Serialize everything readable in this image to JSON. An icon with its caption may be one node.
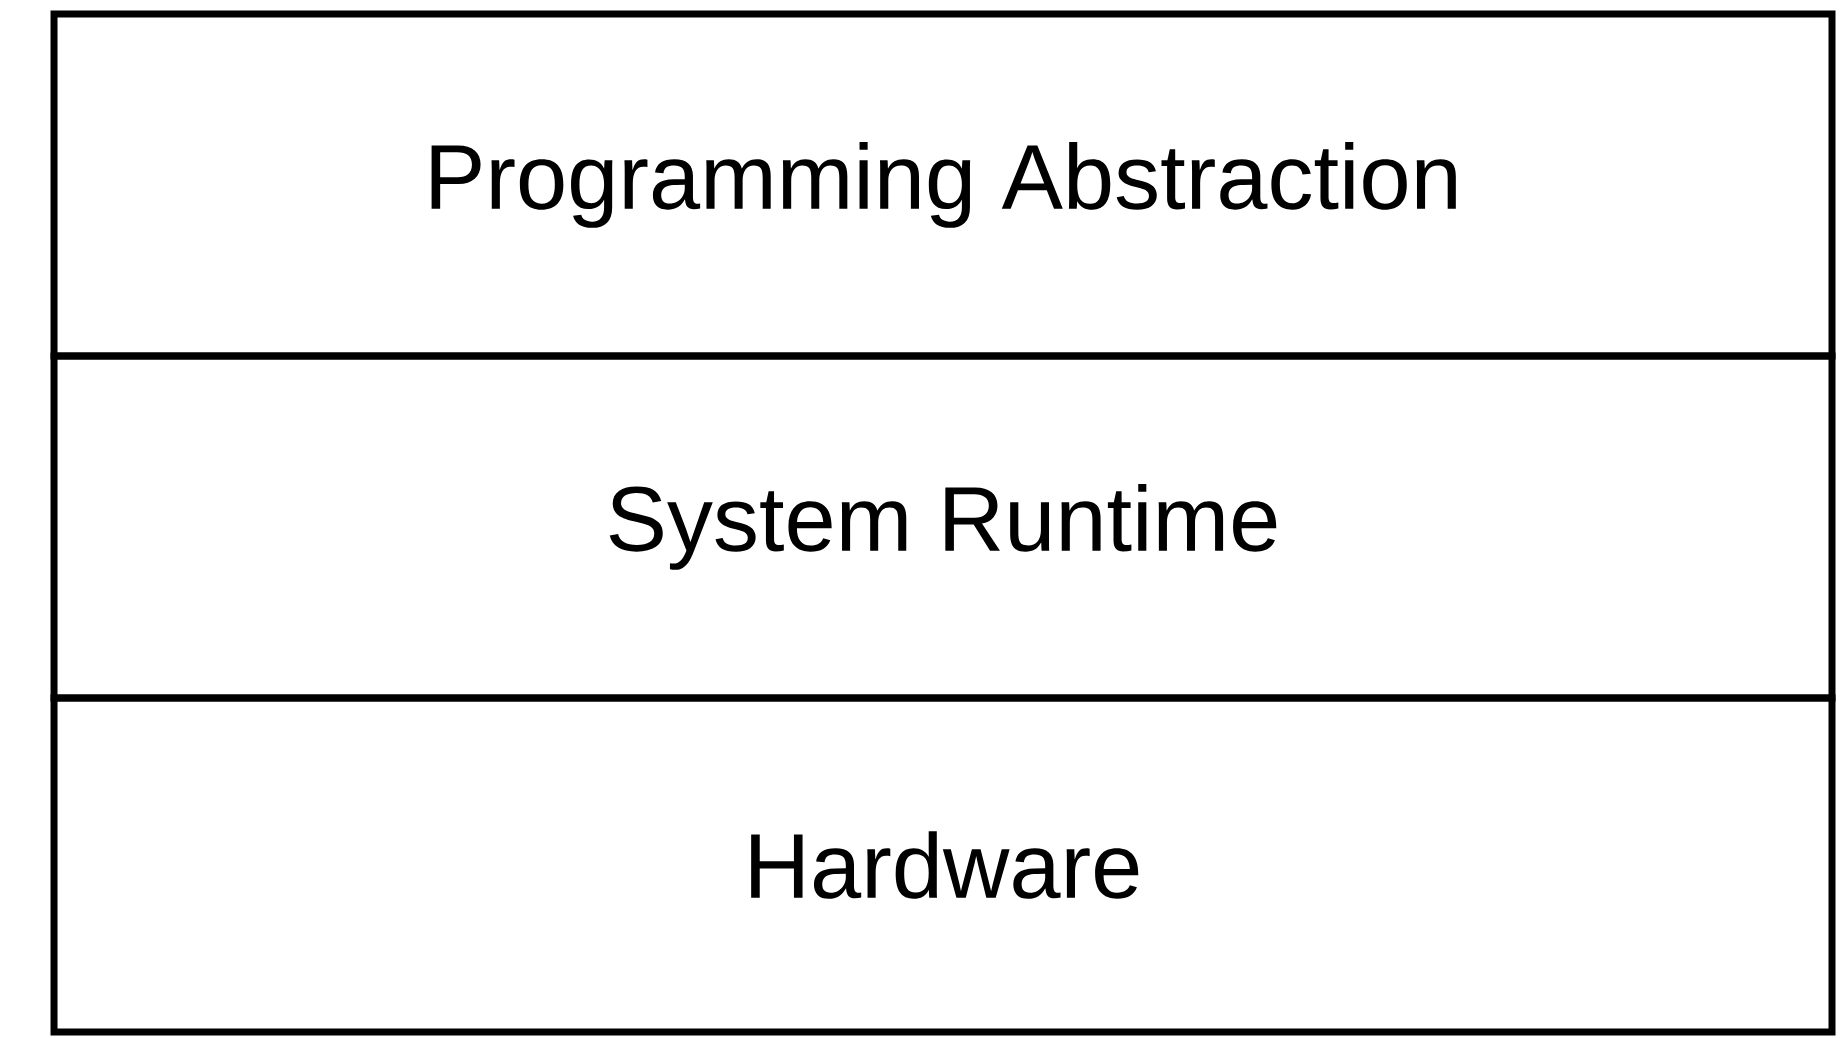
{
  "diagram": {
    "nodes": [
      {
        "text": [
          "Programming Abstraction"
        ]
      },
      {
        "text": [
          "System Runtime"
        ]
      },
      {
        "text": [
          "Hardware"
        ]
      }
    ]
  }
}
